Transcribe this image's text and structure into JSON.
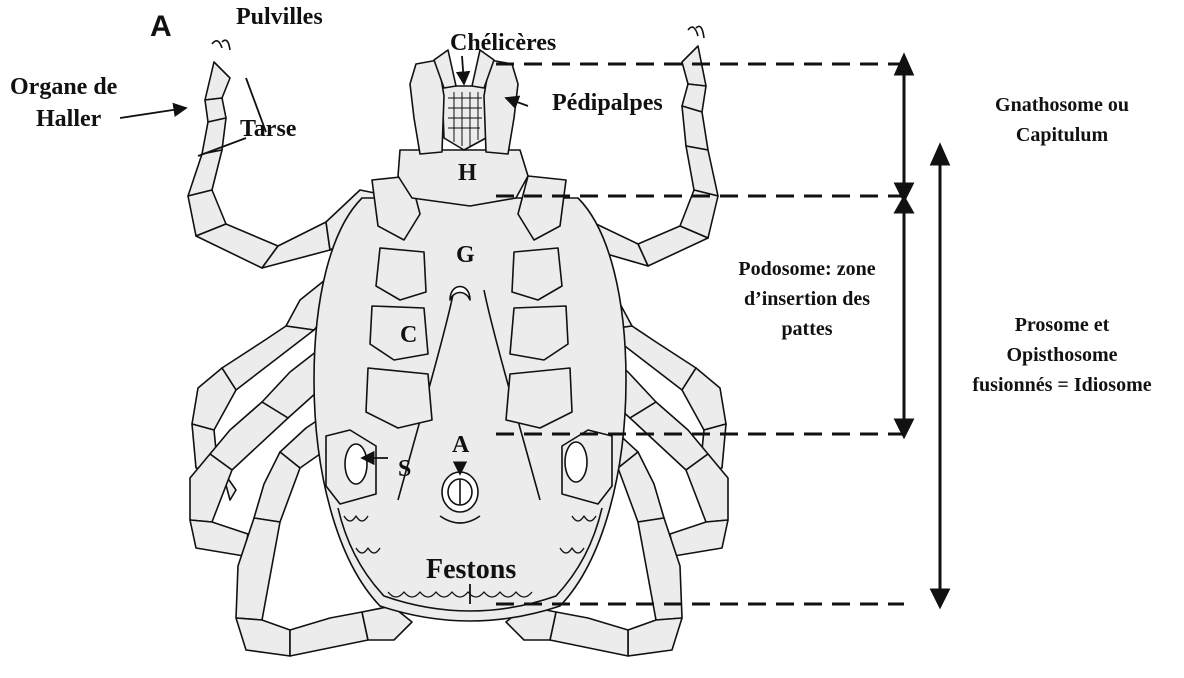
{
  "figure": {
    "panel_letter": "A",
    "stroke_color": "#111111",
    "fill_color": "#ececec",
    "background": "#ffffff"
  },
  "labels": {
    "pulvilles": "Pulvilles",
    "organe_de_haller_line1": "Organe de",
    "organe_de_haller_line2": "Haller",
    "tarse": "Tarse",
    "chelicere": "Chélicères",
    "pedipalpes": "Pédipalpes",
    "h": "H",
    "g": "G",
    "c": "C",
    "s": "S",
    "a": "A",
    "festons": "Festons"
  },
  "zones": {
    "gnathosome_line1": "Gnathosome ou",
    "gnathosome_line2": "Capitulum",
    "podosome_line1": "Podosome: zone",
    "podosome_line2": "d’insertion des",
    "podosome_line3": "pattes",
    "idiosome_line1": "Prosome et",
    "idiosome_line2": "Opisthosome",
    "idiosome_line3": "fusionnés = Idiosome"
  }
}
